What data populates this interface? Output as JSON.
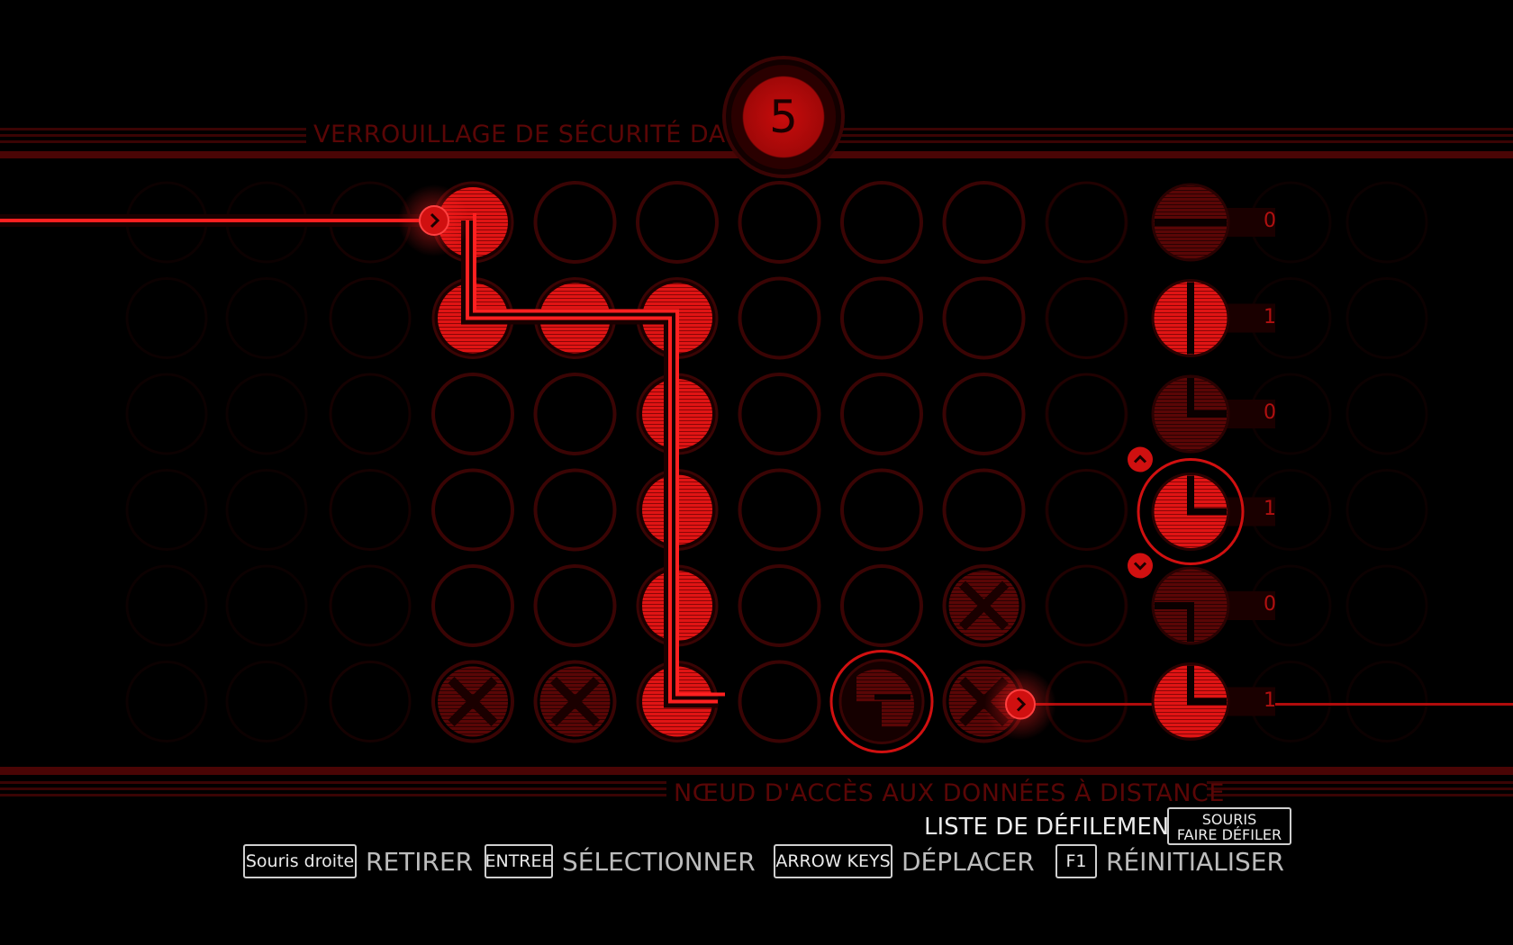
{
  "header": {
    "title": "VERROUILLAGE DE SÉCURITÉ DANS",
    "countdown": "5"
  },
  "footer": {
    "subtitle": "NŒUD D'ACCÈS AUX DONNÉES À DISTANCE"
  },
  "colors": {
    "accent": "#e01010",
    "dim": "#5a0606",
    "background": "#000000"
  },
  "grid": {
    "rows": 6,
    "cols": 6,
    "cells": [
      [
        "on",
        "off",
        "off",
        "off",
        "off",
        "off"
      ],
      [
        "on",
        "on",
        "on",
        "off",
        "off",
        "off"
      ],
      [
        "off",
        "off",
        "on",
        "off",
        "off",
        "off"
      ],
      [
        "off",
        "off",
        "on",
        "off",
        "off",
        "off"
      ],
      [
        "off",
        "off",
        "on",
        "off",
        "off",
        "blocked"
      ],
      [
        "blocked",
        "blocked",
        "on",
        "off",
        "selected",
        "blocked"
      ]
    ]
  },
  "legend": {
    "values": [
      "0",
      "1",
      "0",
      "1",
      "0",
      "1"
    ],
    "icons": [
      "horizontal-bar-icon",
      "vertical-bar-icon",
      "quarter-top-left-icon",
      "quarter-top-left-icon",
      "quarter-bottom-right-icon",
      "quarter-top-left-icon"
    ]
  },
  "controls": {
    "scroll_label": "LISTE DE DÉFILEMENT",
    "scroll_key_line1": "SOURIS",
    "scroll_key_line2": "FAIRE DÉFILER",
    "items": [
      {
        "key": "Souris droite",
        "action": "RETIRER"
      },
      {
        "key": "ENTREE",
        "action": "SÉLECTIONNER"
      },
      {
        "key": "ARROW KEYS",
        "action": "DÉPLACER"
      },
      {
        "key": "F1",
        "action": "RÉINITIALISER"
      }
    ]
  }
}
